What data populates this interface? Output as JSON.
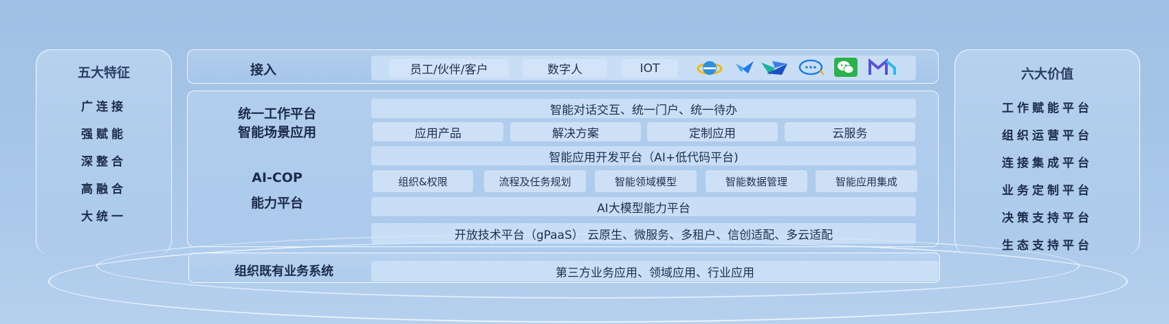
{
  "left": {
    "title": "五大特征",
    "items": [
      "广连接",
      "强赋能",
      "深整合",
      "高融合",
      "大统一"
    ]
  },
  "right": {
    "title": "六大价值",
    "items": [
      "工作赋能平台",
      "组织运营平台",
      "连接集成平台",
      "业务定制平台",
      "决策支持平台",
      "生态支持平台"
    ]
  },
  "access": {
    "label": "接入",
    "chips": [
      "员工/伙伴/客户",
      "数字人",
      "IOT"
    ],
    "icons": [
      "ie-browser-icon",
      "feishu-icon",
      "dingtalk-icon",
      "chat-bubble-icon",
      "wechat-icon",
      "mail-m-icon"
    ]
  },
  "main": {
    "label_top_1": "统一工作平台",
    "label_top_2": "智能场景应用",
    "label_mid_1": "AI-COP",
    "label_mid_2": "能力平台",
    "row1": "智能对话交互、统一门户、统一待办",
    "row2": [
      "应用产品",
      "解决方案",
      "定制应用",
      "云服务"
    ],
    "row3": "智能应用开发平台（AI+低代码平台)",
    "row4": [
      "组织&权限",
      "流程及任务规划",
      "智能领域模型",
      "智能数据管理",
      "智能应用集成"
    ],
    "row5": "AI大模型能力平台",
    "row6": "开放技术平台（gPaaS） 云原生、微服务、多租户、信创适配、多云适配"
  },
  "legacy": {
    "label": "组织既有业务系统",
    "bar": "第三方业务应用、领域应用、行业应用"
  },
  "colors": {
    "background": "#a9c8ea",
    "text_dark": "#1c2b49",
    "bar_fill": "#d2e4f8"
  }
}
